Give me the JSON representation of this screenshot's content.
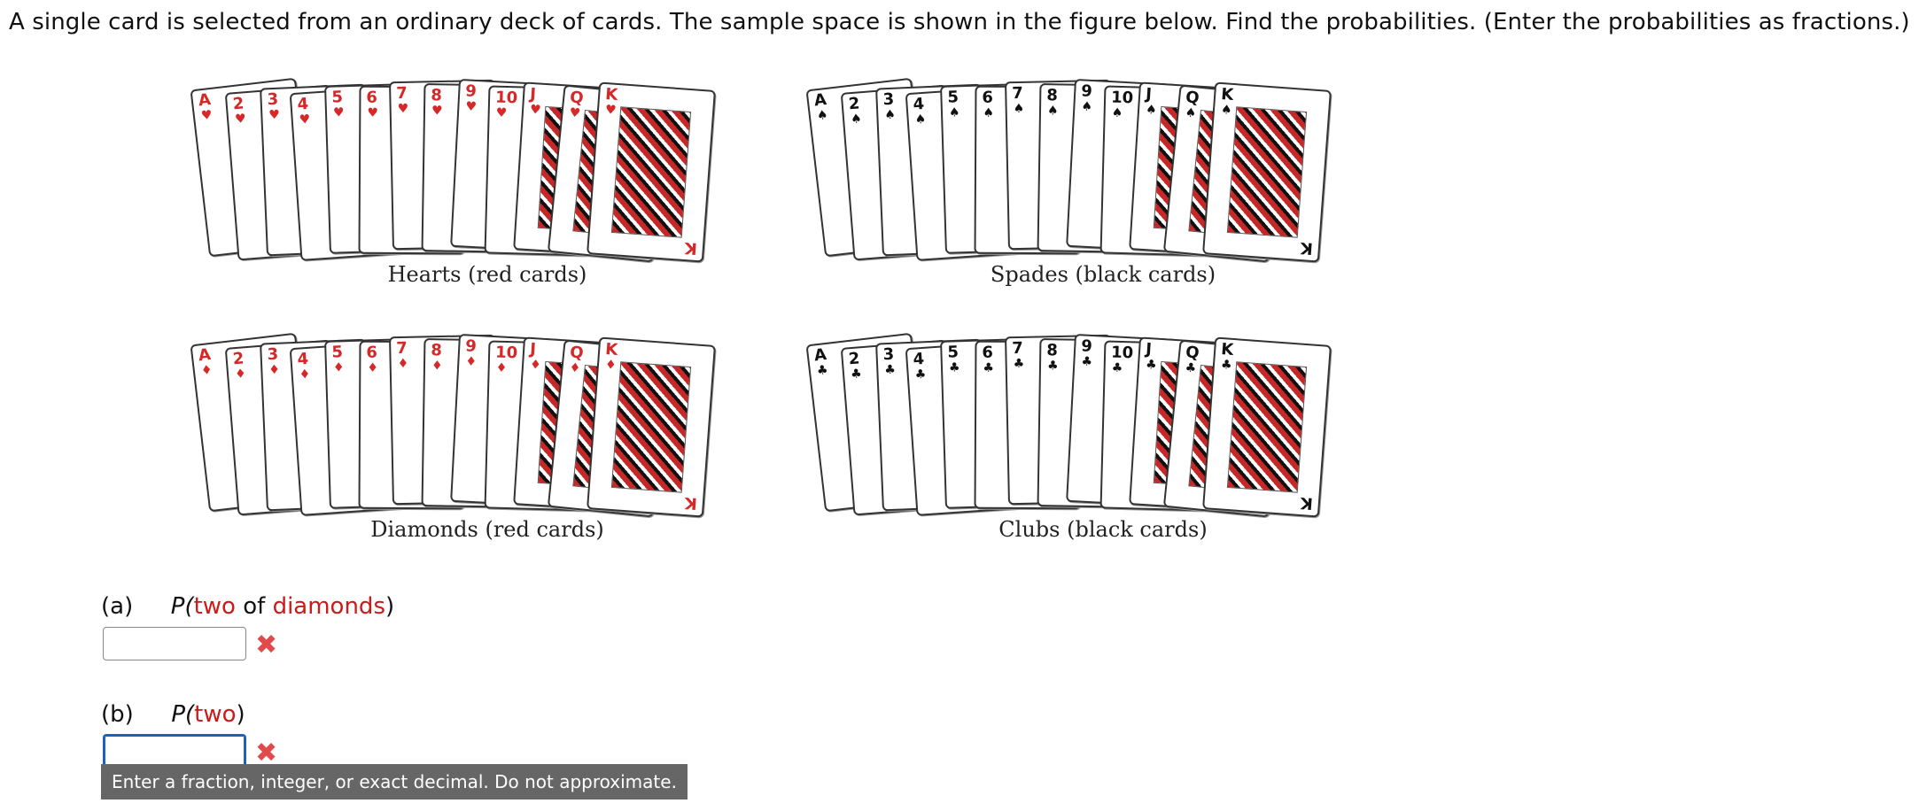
{
  "prompt": "A single card is selected from an ordinary deck of cards. The sample space is shown in the figure below. Find the probabilities. (Enter the probabilities as fractions.)",
  "figure": {
    "groups": [
      {
        "caption": "Hearts (red cards)",
        "suit": "♥",
        "color": "#d62828"
      },
      {
        "caption": "Spades (black cards)",
        "suit": "♠",
        "color": "#111111"
      },
      {
        "caption": "Diamonds (red cards)",
        "suit": "♦",
        "color": "#d62828"
      },
      {
        "caption": "Clubs (black cards)",
        "suit": "♣",
        "color": "#111111"
      }
    ],
    "ranks": [
      "A",
      "2",
      "3",
      "4",
      "5",
      "6",
      "7",
      "8",
      "9",
      "10",
      "J",
      "Q",
      "K"
    ]
  },
  "questions": [
    {
      "letter": "(a)",
      "p": "P(",
      "parts": [
        "two",
        " of ",
        "diamonds"
      ],
      "close": ")",
      "value": "",
      "status_icon": "x-mark-icon"
    },
    {
      "letter": "(b)",
      "p": "P(",
      "parts": [
        "two"
      ],
      "close": ")",
      "value": "",
      "status_icon": "x-mark-icon"
    }
  ],
  "tooltip": "Enter a fraction, integer, or exact decimal. Do not approximate.",
  "colors": {
    "highlight": "#cc1a1a",
    "error": "#e04a4a",
    "focus": "#1f5fbf"
  }
}
